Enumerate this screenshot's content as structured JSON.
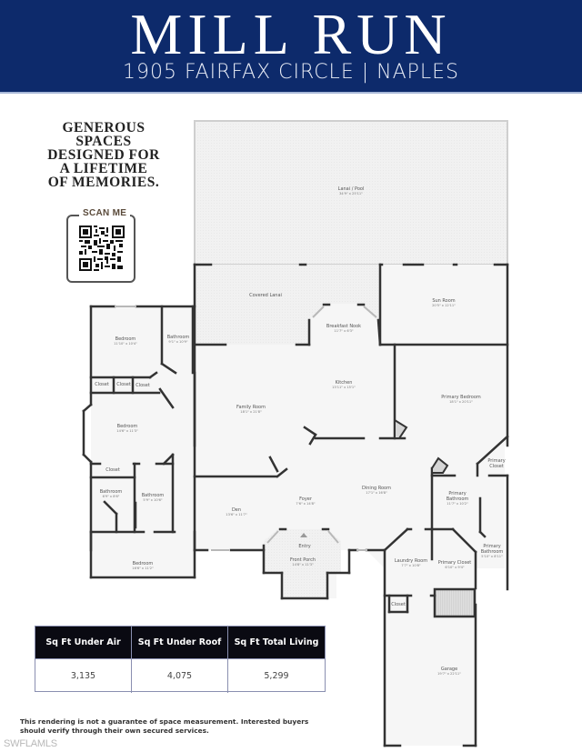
{
  "header": {
    "title": "MILL RUN",
    "subtitle": "1905 FAIRFAX CIRCLE | NAPLES",
    "background_color": "#0d2a6b"
  },
  "tagline": {
    "lines": [
      "GENEROUS",
      "SPACES",
      "DESIGNED FOR",
      "A LIFETIME",
      "OF MEMORIES."
    ]
  },
  "qr": {
    "label": "SCAN ME",
    "icon": "qr-code-icon"
  },
  "floor_plan": {
    "rooms": [
      {
        "name": "Lanai / Pool",
        "dim": "34'9\" x 25'11\""
      },
      {
        "name": "Covered Lanai",
        "dim": ""
      },
      {
        "name": "Sun Room",
        "dim": "20'5\" x 12'11\""
      },
      {
        "name": "Breakfast Nook",
        "dim": "11'7\" x 6'3\""
      },
      {
        "name": "Bedroom",
        "dim": "11'10\" x 10'4\""
      },
      {
        "name": "Bathroom",
        "dim": "9'1\" x 10'9\""
      },
      {
        "name": "Closet",
        "dim": ""
      },
      {
        "name": "Closet",
        "dim": ""
      },
      {
        "name": "Closet",
        "dim": ""
      },
      {
        "name": "Kitchen",
        "dim": "13'11\" x 15'1\""
      },
      {
        "name": "Family Room",
        "dim": "18'1\" x 21'8\""
      },
      {
        "name": "Primary Bedroom",
        "dim": "18'1\" x 20'11\""
      },
      {
        "name": "Primary Closet",
        "dim": ""
      },
      {
        "name": "Bedroom",
        "dim": "14'6\" x 11'3\""
      },
      {
        "name": "Closet",
        "dim": ""
      },
      {
        "name": "Bathroom",
        "dim": "6'9\" x 8'6\""
      },
      {
        "name": "Bathroom",
        "dim": "5'9\" x 10'6\""
      },
      {
        "name": "Den",
        "dim": "13'6\" x 11'7\""
      },
      {
        "name": "Foyer",
        "dim": "7'6\" x 14'8\""
      },
      {
        "name": "Dining Room",
        "dim": "17'1\" x 16'8\""
      },
      {
        "name": "Primary Bathroom",
        "dim": "11'7\" x 10'2\""
      },
      {
        "name": "Primary Bathroom",
        "dim": "5'10\" x 8'11\""
      },
      {
        "name": "Entry",
        "dim": ""
      },
      {
        "name": "Front Porch",
        "dim": "14'8\" x 11'3\""
      },
      {
        "name": "Laundry Room",
        "dim": "7'7\" x 10'8\""
      },
      {
        "name": "Primary Closet",
        "dim": "6'10\" x 9'4\""
      },
      {
        "name": "Bedroom",
        "dim": "16'6\" x 11'2\""
      },
      {
        "name": "Closet",
        "dim": ""
      },
      {
        "name": "Garage",
        "dim": "19'7\" x 22'11\""
      }
    ]
  },
  "sqft_table": {
    "headers": [
      "Sq Ft Under Air",
      "Sq Ft Under Roof",
      "Sq Ft Total Living"
    ],
    "values": [
      "3,135",
      "4,075",
      "5,299"
    ]
  },
  "disclaimer": "This rendering is not a guarantee of space measurement. Interested buyers should verify through their own secured services.",
  "watermark": "SWFLAMLS"
}
